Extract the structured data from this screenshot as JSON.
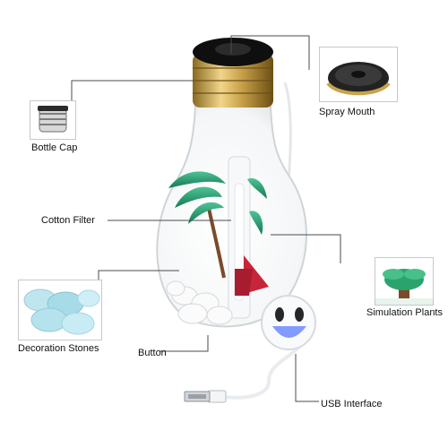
{
  "labels": {
    "bottle_cap": "Bottle Cap",
    "spray_mouth": "Spray Mouth",
    "cotton_filter": "Cotton Filter",
    "simulation_plants": "Simulation Plants",
    "decoration_stones": "Decoration Stones",
    "button": "Button",
    "usb_interface": "USB Interface"
  },
  "colors": {
    "leader_line": "#4b4b4b",
    "cap_gold": "#c9a24a",
    "leaf_green": "#1f9a6a",
    "sail_red": "#c7263a",
    "stone_blue": "#bfe6ef",
    "button_light": "#5b7bff"
  },
  "icons": {
    "product": "humidifier-bulb-illustration",
    "cap_inset": "bottle-cap-thread-photo",
    "spray_inset": "spray-nozzle-photo",
    "plant_inset": "palm-plant-photo",
    "stones_inset": "blue-pebbles-photo"
  }
}
